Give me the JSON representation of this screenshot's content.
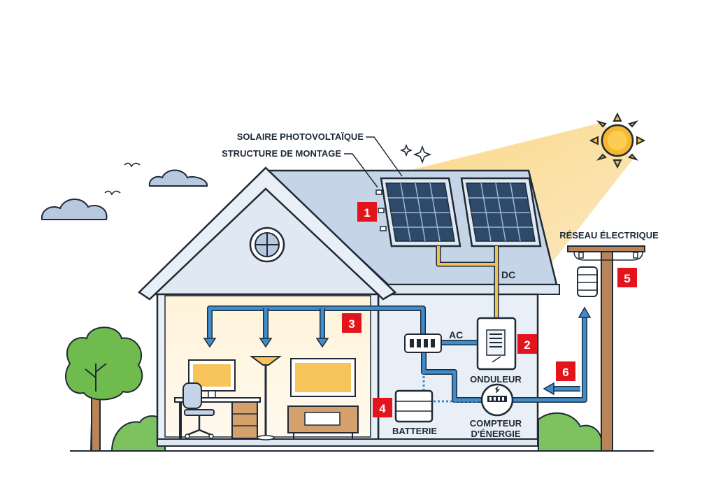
{
  "labels": {
    "solar_pv": "SOLAIRE PHOTOVOLTAÏQUE",
    "mounting": "STRUCTURE DE MONTAGE",
    "grid": "RÉSEAU ÉLECTRIQUE",
    "dc": "DC",
    "ac": "AC",
    "inverter": "ONDULEUR",
    "battery": "BATTERIE",
    "meter_line1": "COMPTEUR",
    "meter_line2": "D'ÉNERGIE"
  },
  "badges": {
    "b1": "1",
    "b2": "2",
    "b3": "3",
    "b4": "4",
    "b5": "5",
    "b6": "6"
  },
  "colors": {
    "badge": "#e3141b",
    "flow_blue": "#2f7fc1",
    "dc_line": "#f2c24e",
    "sun": "#f7b731",
    "roof": "#c9d7ea",
    "wall": "#e4ecf5",
    "outline": "#1f2a36"
  }
}
